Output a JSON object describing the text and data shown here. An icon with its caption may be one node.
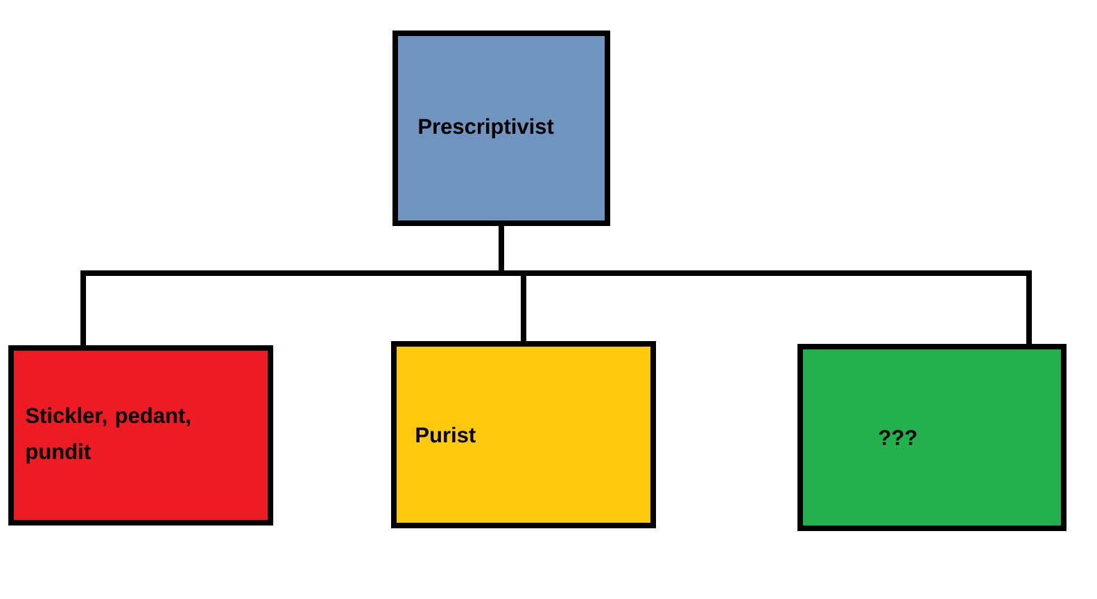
{
  "diagram": {
    "nodes": [
      {
        "text": [
          "Prescriptivist"
        ]
      },
      {
        "text": [
          "Stickler, pedant, pundit"
        ]
      },
      {
        "text": [
          "Purist"
        ]
      },
      {
        "text": [
          "???"
        ]
      }
    ],
    "edges": [
      {
        "from": 0,
        "to": 1,
        "arrow": "none"
      },
      {
        "from": 0,
        "to": 2,
        "arrow": "none"
      },
      {
        "from": 0,
        "to": 3,
        "arrow": "none"
      }
    ]
  }
}
